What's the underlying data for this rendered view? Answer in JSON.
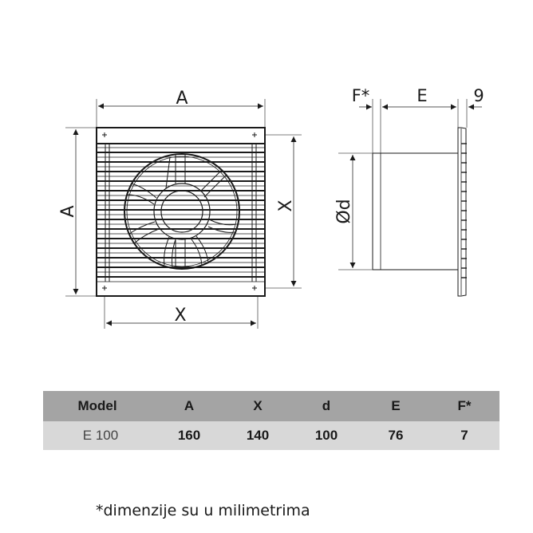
{
  "drawing": {
    "front_view": {
      "top_dimension_label": "A",
      "left_dimension_label": "A",
      "right_dimension_label": "X",
      "bottom_dimension_label": "X"
    },
    "side_view": {
      "top_labels": [
        "F*",
        "E",
        "9"
      ],
      "diameter_label": "Ød"
    }
  },
  "table": {
    "header": {
      "model": "Model",
      "A": "A",
      "X": "X",
      "d": "d",
      "E": "E",
      "F": "F*"
    },
    "rows": [
      {
        "model": "E 100",
        "A": "160",
        "X": "140",
        "d": "100",
        "E": "76",
        "F": "7"
      }
    ],
    "colors": {
      "header_bg": "#a4a4a4",
      "row_bg": "#d8d8d8"
    }
  },
  "footnote": "*dimenzije su u milimetrima"
}
